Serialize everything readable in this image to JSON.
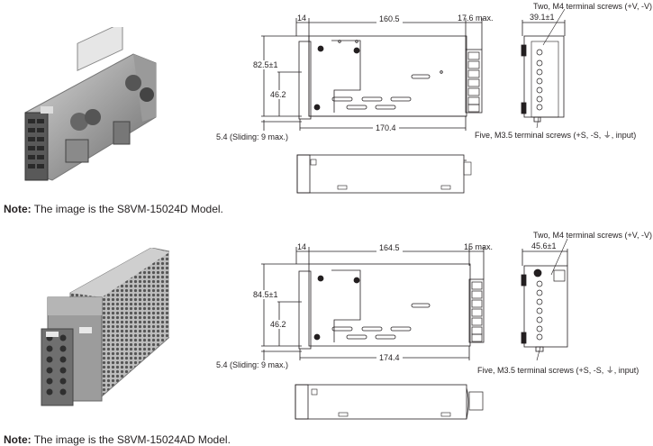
{
  "models": [
    {
      "photo": {
        "icon": "power-supply-open-frame-photo",
        "alt": "S8VM-15024D open-frame power supply"
      },
      "note": {
        "label": "Note:",
        "text": " The image is the S8VM-15024D Model."
      },
      "dimensions": {
        "mount_depth": "14",
        "body_length": "160.5",
        "terminal_protrusion": "17.6 max.",
        "height": "82.5±1",
        "mount_height": "46.2",
        "overall_length": "170.4",
        "sliding": "5.4 (Sliding: 9 max.)",
        "width": "39.1±1"
      },
      "callouts": {
        "output_terminals": "Two, M4 terminal screws (+V, -V)",
        "input_terminals": "Five, M3.5 terminal screws (+S, -S, ⏚, input)"
      }
    },
    {
      "photo": {
        "icon": "power-supply-covered-photo",
        "alt": "S8VM-15024AD covered power supply"
      },
      "note": {
        "label": "Note:",
        "text": " The image is the S8VM-15024AD Model."
      },
      "dimensions": {
        "mount_depth": "14",
        "body_length": "164.5",
        "terminal_protrusion": "15 max.",
        "height": "84.5±1",
        "mount_height": "46.2",
        "overall_length": "174.4",
        "sliding": "5.4 (Sliding: 9 max.)",
        "width": "45.6±1"
      },
      "callouts": {
        "output_terminals": "Two, M4 terminal screws (+V, -V)",
        "input_terminals": "Five, M3.5 terminal screws (+S, -S, ⏚, input)"
      }
    }
  ]
}
